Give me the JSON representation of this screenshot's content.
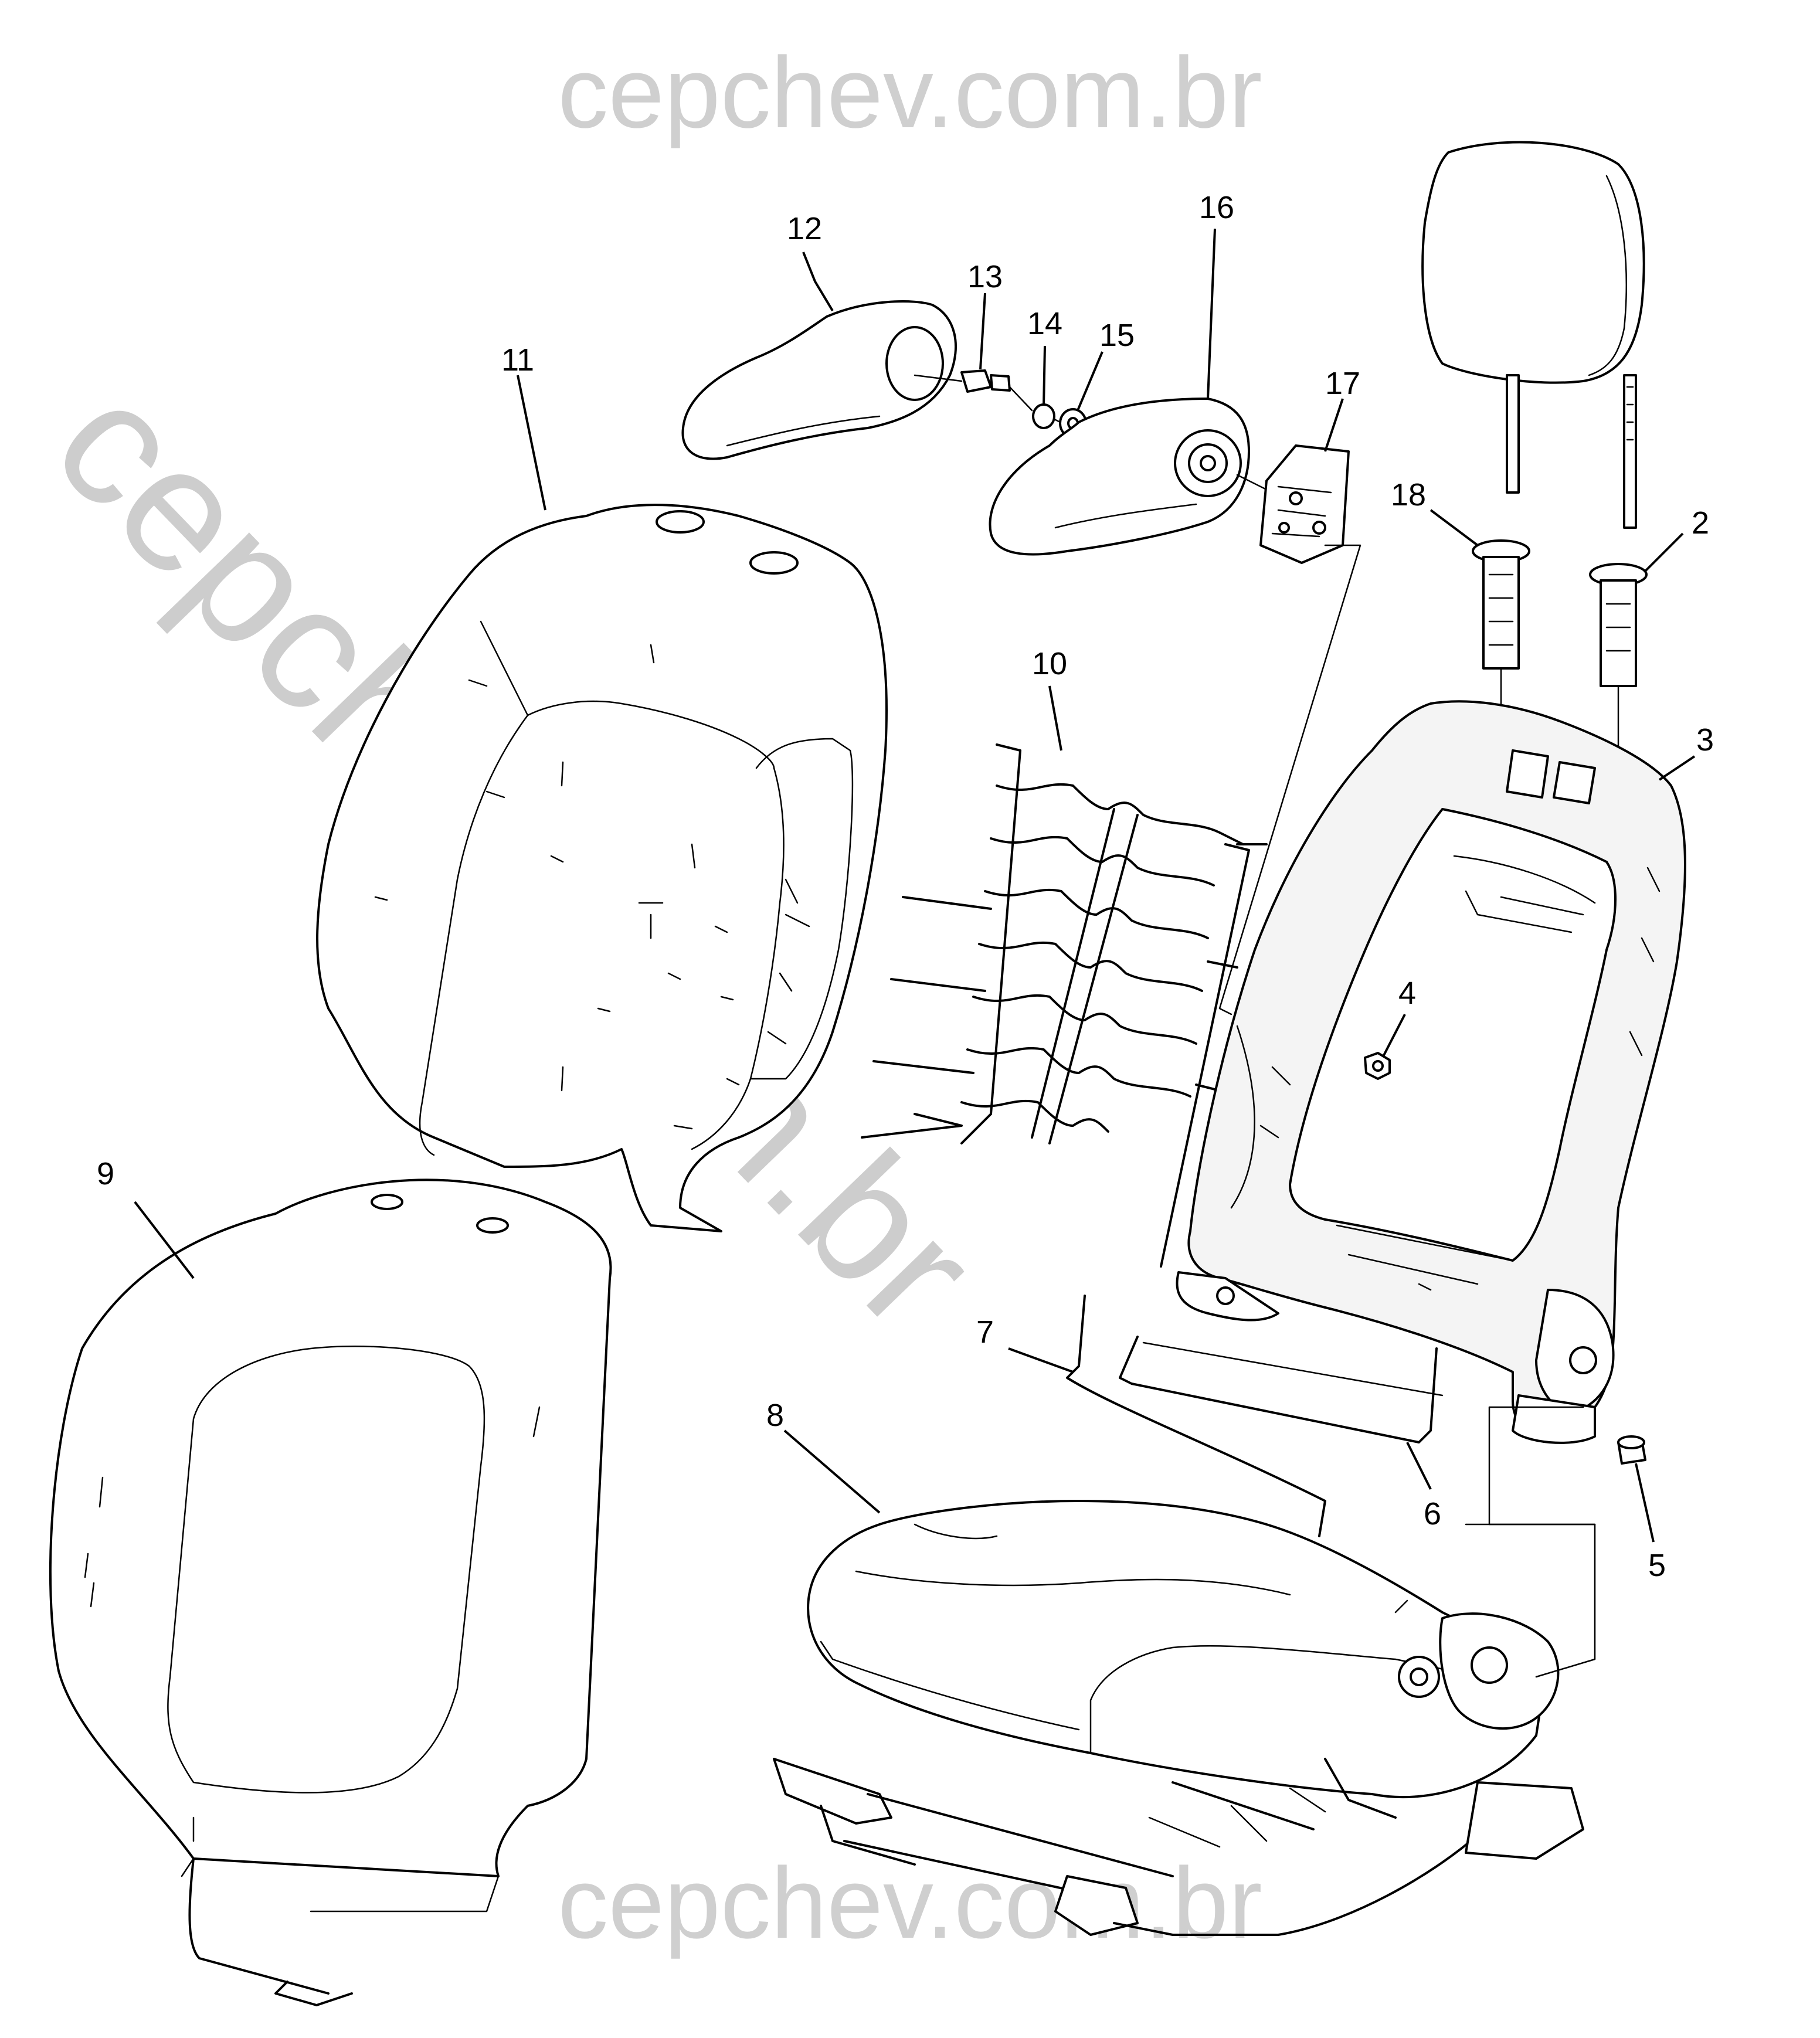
{
  "watermark": {
    "top": "cepchev.com.br",
    "bottom": "cepchev.com.br",
    "diagonal": "cepchev.com.br"
  },
  "callouts": [
    {
      "id": "c1",
      "label": "12"
    },
    {
      "id": "c2",
      "label": "13"
    },
    {
      "id": "c3",
      "label": "14"
    },
    {
      "id": "c4",
      "label": "15"
    },
    {
      "id": "c5",
      "label": "16"
    },
    {
      "id": "c6",
      "label": "17"
    },
    {
      "id": "c7",
      "label": "11"
    },
    {
      "id": "c8",
      "label": "18"
    },
    {
      "id": "c9",
      "label": "2"
    },
    {
      "id": "c10",
      "label": "10"
    },
    {
      "id": "c11",
      "label": "3"
    },
    {
      "id": "c12",
      "label": "4"
    },
    {
      "id": "c13",
      "label": "9"
    },
    {
      "id": "c14",
      "label": "7"
    },
    {
      "id": "c15",
      "label": "8"
    },
    {
      "id": "c16",
      "label": "6"
    },
    {
      "id": "c17",
      "label": "5"
    }
  ]
}
